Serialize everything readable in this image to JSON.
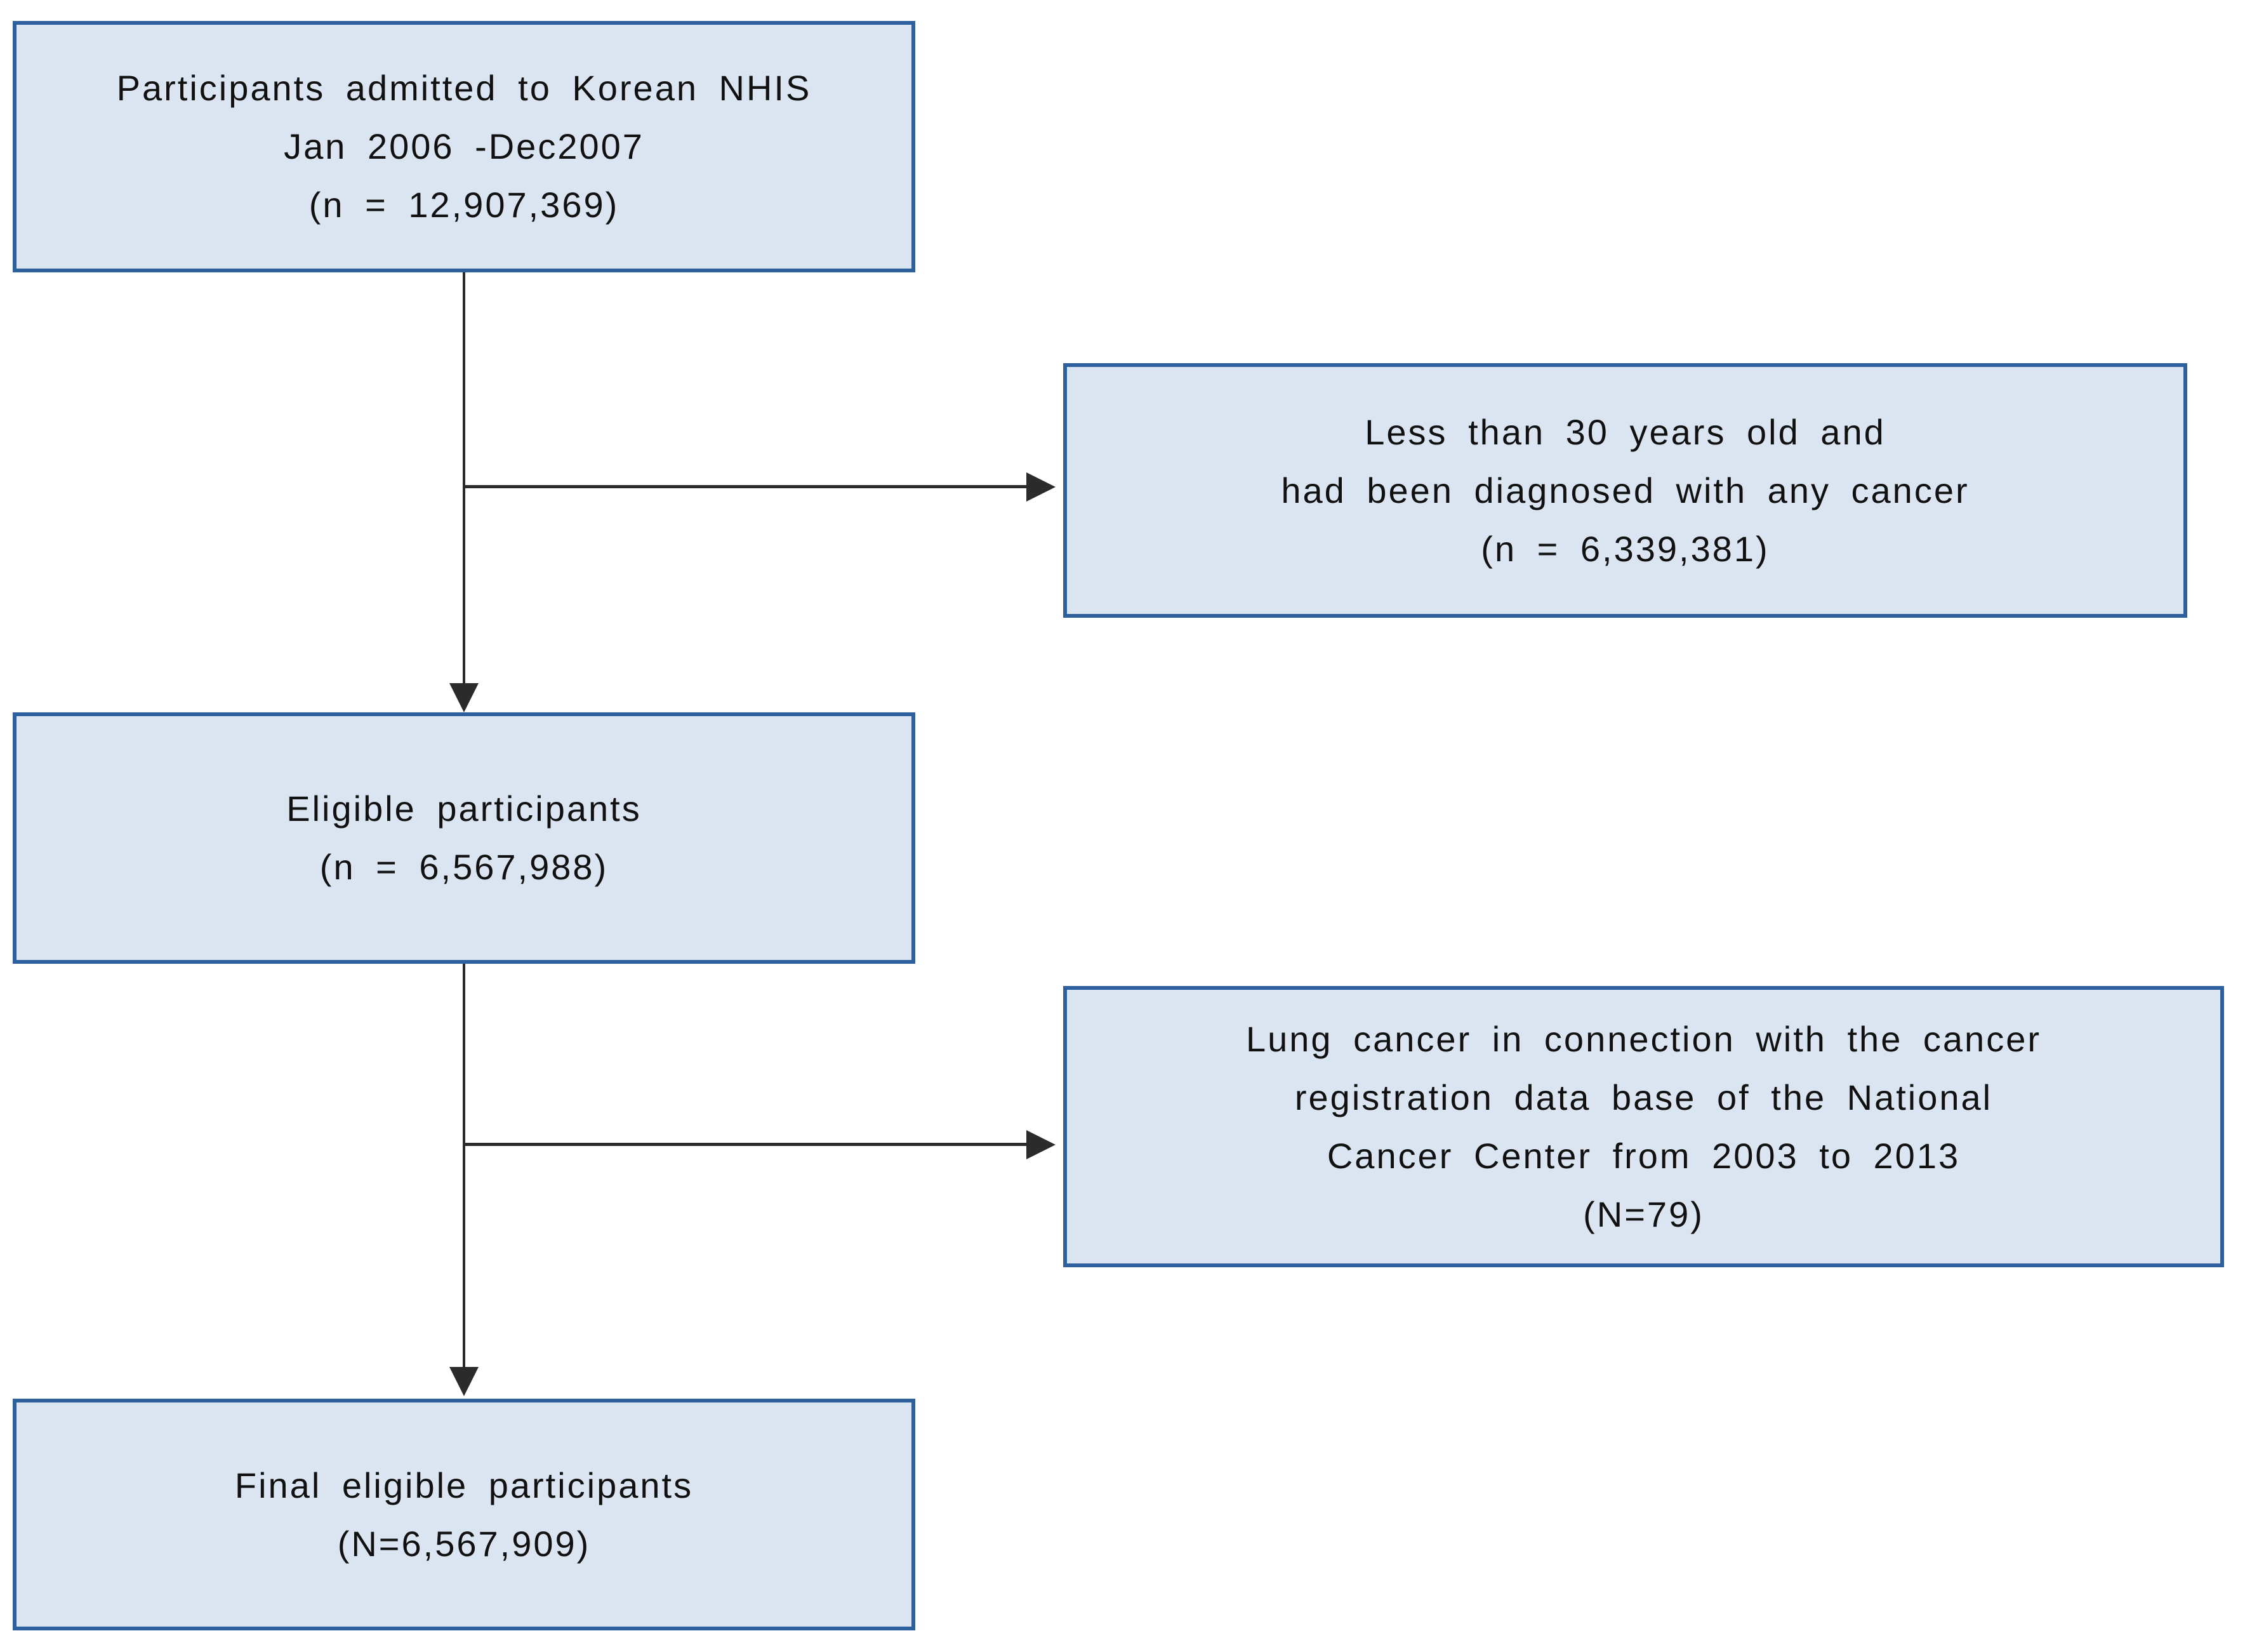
{
  "colors": {
    "background": "#ffffff",
    "box_fill": "#dbe5f2",
    "box_border": "#2e5f9e",
    "arrow": "#2b2b2b",
    "text": "#111111"
  },
  "boxes": {
    "source": {
      "lines": [
        "Participants admitted to Korean NHIS",
        "Jan 2006 -Dec2007",
        "(n = 12,907,369)"
      ]
    },
    "exclusion1": {
      "lines": [
        "Less than 30 years old and",
        "had been diagnosed with any cancer",
        "(n = 6,339,381)"
      ]
    },
    "eligible": {
      "lines": [
        "Eligible participants",
        "(n = 6,567,988)"
      ]
    },
    "exclusion2": {
      "lines": [
        "Lung cancer in connection with the cancer",
        "registration data base of the National",
        "Cancer Center from 2003 to 2013",
        "(N=79)"
      ]
    },
    "final": {
      "lines": [
        "Final eligible participants",
        "(N=6,567,909)"
      ]
    }
  },
  "edges": [
    {
      "from": "source",
      "to": "eligible",
      "type": "arrow-down"
    },
    {
      "from": "source-eligible-connector",
      "to": "exclusion1",
      "type": "arrow-right"
    },
    {
      "from": "eligible",
      "to": "final",
      "type": "arrow-down"
    },
    {
      "from": "eligible-final-connector",
      "to": "exclusion2",
      "type": "arrow-right"
    }
  ]
}
